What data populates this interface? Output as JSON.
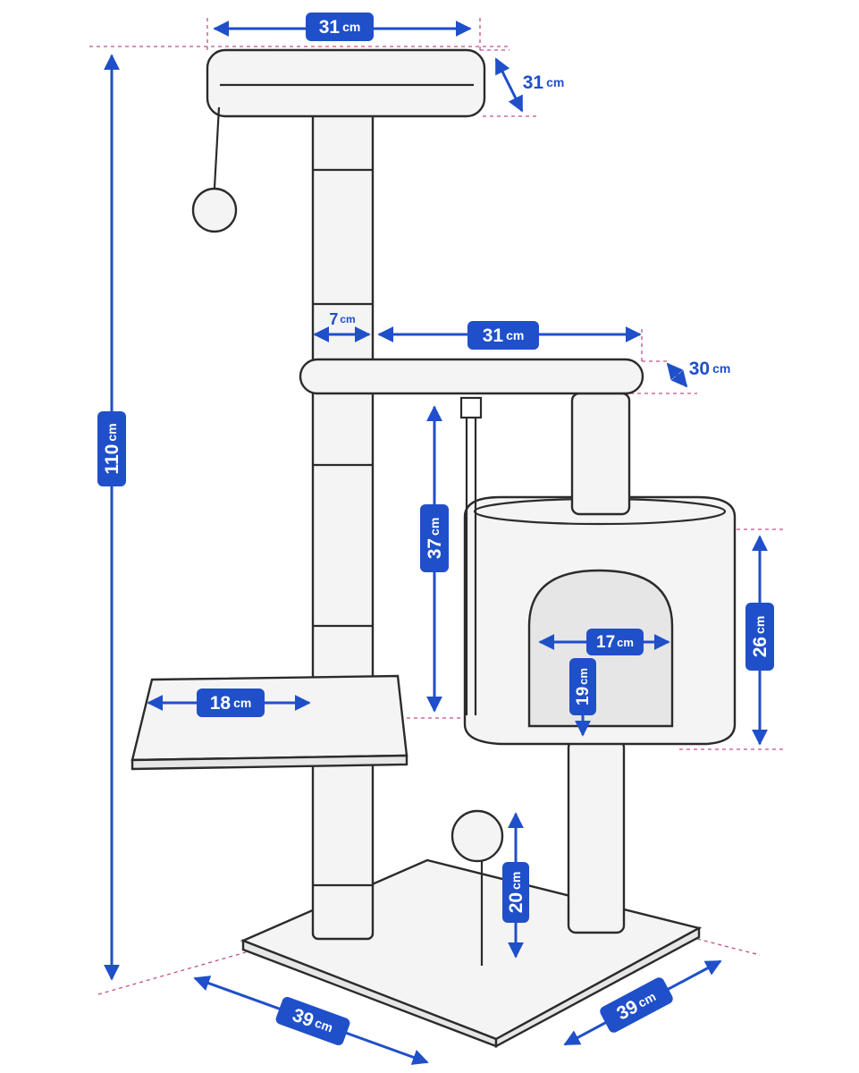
{
  "colors": {
    "dimension": "#1f4fc9",
    "guide": "#c0508a",
    "outline": "#2b2b2b"
  },
  "unit": "cm",
  "dimensions": [
    {
      "id": "top-width",
      "value": "31",
      "unit": "cm"
    },
    {
      "id": "top-depth",
      "value": "31",
      "unit": "cm"
    },
    {
      "id": "total-height",
      "value": "110",
      "unit": "cm"
    },
    {
      "id": "post-diameter",
      "value": "7",
      "unit": "cm"
    },
    {
      "id": "middle-width",
      "value": "31",
      "unit": "cm"
    },
    {
      "id": "middle-depth",
      "value": "30",
      "unit": "cm"
    },
    {
      "id": "middle-clearance",
      "value": "37",
      "unit": "cm"
    },
    {
      "id": "condo-height",
      "value": "26",
      "unit": "cm"
    },
    {
      "id": "entrance-width",
      "value": "17",
      "unit": "cm"
    },
    {
      "id": "entrance-height",
      "value": "19",
      "unit": "cm"
    },
    {
      "id": "step-width",
      "value": "18",
      "unit": "cm"
    },
    {
      "id": "toy-height",
      "value": "20",
      "unit": "cm"
    },
    {
      "id": "base-width",
      "value": "39",
      "unit": "cm"
    },
    {
      "id": "base-depth",
      "value": "39",
      "unit": "cm"
    }
  ]
}
